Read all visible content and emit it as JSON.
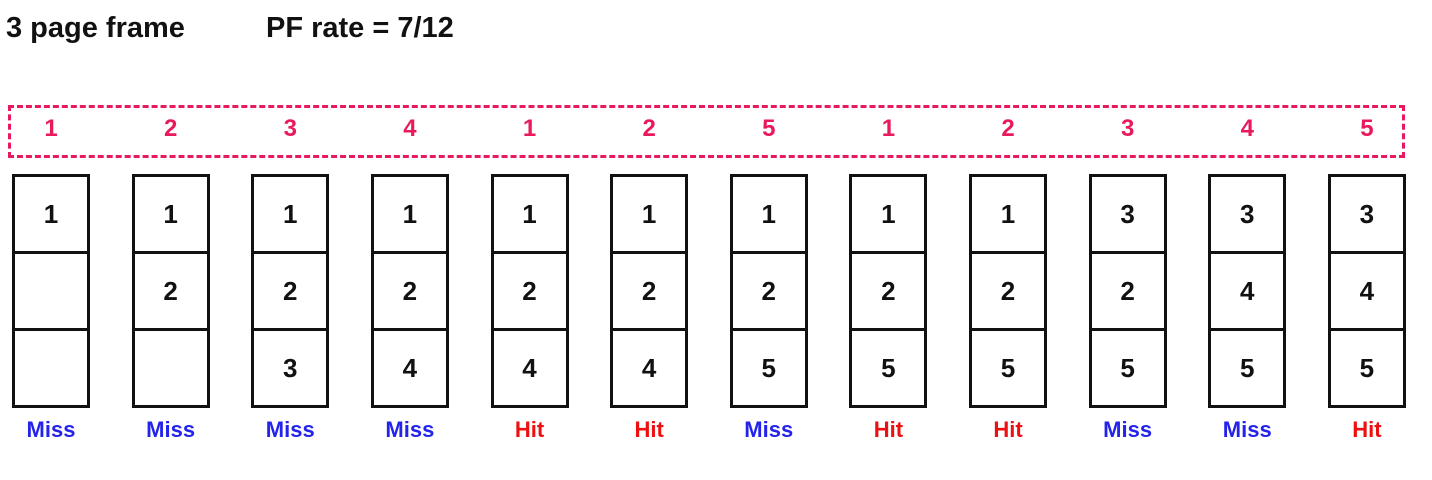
{
  "title": {
    "frame_count": "3 page frame",
    "pf_rate": "PF rate = 7/12"
  },
  "colors": {
    "reference_pink": "#E91A5C",
    "miss_blue": "#2323EB",
    "hit_red": "#EE1010",
    "frame_border_black": "#111111"
  },
  "reference_string": [
    "1",
    "2",
    "3",
    "4",
    "1",
    "2",
    "5",
    "1",
    "2",
    "3",
    "4",
    "5"
  ],
  "result_labels": {
    "miss": "Miss",
    "hit": "Hit"
  },
  "steps": [
    {
      "frames": [
        "1",
        "",
        ""
      ],
      "result": "Miss"
    },
    {
      "frames": [
        "1",
        "2",
        ""
      ],
      "result": "Miss"
    },
    {
      "frames": [
        "1",
        "2",
        "3"
      ],
      "result": "Miss"
    },
    {
      "frames": [
        "1",
        "2",
        "4"
      ],
      "result": "Miss"
    },
    {
      "frames": [
        "1",
        "2",
        "4"
      ],
      "result": "Hit"
    },
    {
      "frames": [
        "1",
        "2",
        "4"
      ],
      "result": "Hit"
    },
    {
      "frames": [
        "1",
        "2",
        "5"
      ],
      "result": "Miss"
    },
    {
      "frames": [
        "1",
        "2",
        "5"
      ],
      "result": "Hit"
    },
    {
      "frames": [
        "1",
        "2",
        "5"
      ],
      "result": "Hit"
    },
    {
      "frames": [
        "3",
        "2",
        "5"
      ],
      "result": "Miss"
    },
    {
      "frames": [
        "3",
        "4",
        "5"
      ],
      "result": "Miss"
    },
    {
      "frames": [
        "3",
        "4",
        "5"
      ],
      "result": "Hit"
    }
  ]
}
